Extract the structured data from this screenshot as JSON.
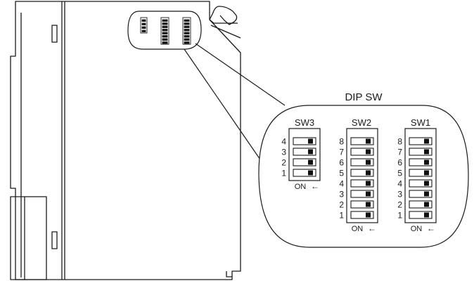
{
  "title": "DIP SW",
  "on_label": "ON",
  "arrow_glyph": "←",
  "colors": {
    "line": "#1a1a1a",
    "paper": "#ffffff",
    "knob": "#111111"
  },
  "switches": [
    {
      "id": "sw3",
      "label": "SW3",
      "positions": [
        "4",
        "3",
        "2",
        "1"
      ]
    },
    {
      "id": "sw2",
      "label": "SW2",
      "positions": [
        "8",
        "7",
        "6",
        "5",
        "4",
        "3",
        "2",
        "1"
      ]
    },
    {
      "id": "sw1",
      "label": "SW1",
      "positions": [
        "8",
        "7",
        "6",
        "5",
        "4",
        "3",
        "2",
        "1"
      ]
    }
  ]
}
